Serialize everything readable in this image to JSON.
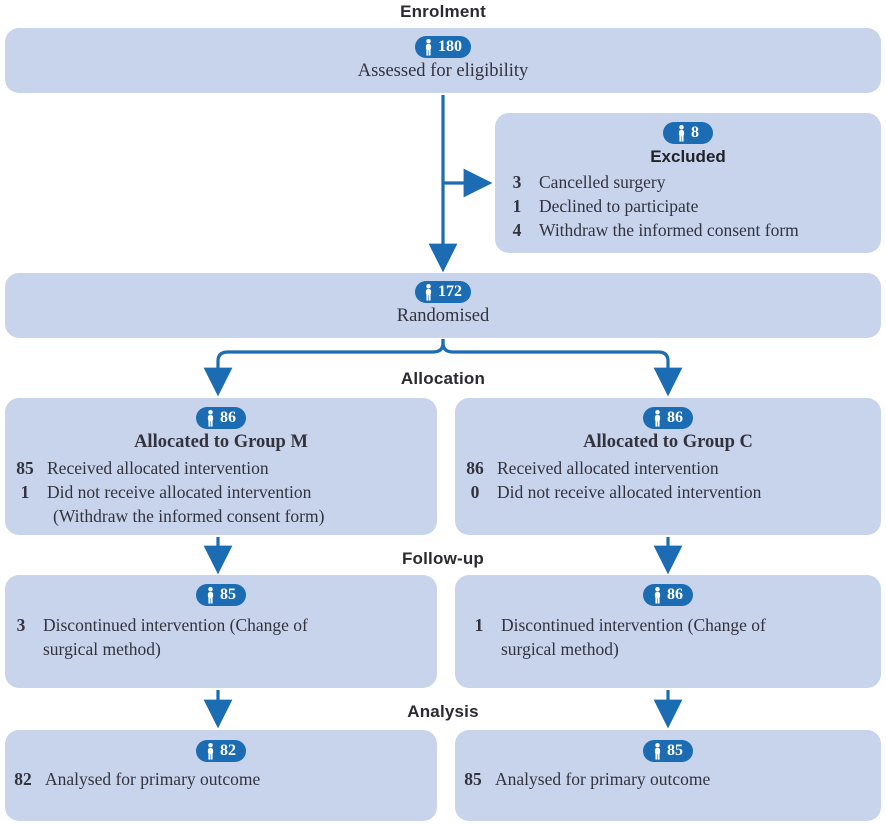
{
  "colors": {
    "box_bg": "#c8d3ec",
    "accent_blue": "#1b6cb2",
    "header_text": "#2a2a32",
    "body_text": "#33333d"
  },
  "section_labels": {
    "enrolment": "Enrolment",
    "allocation": "Allocation",
    "followup": "Follow-up",
    "analysis": "Analysis"
  },
  "boxes": {
    "eligibility": {
      "count": "180",
      "title": "Assessed for eligibility"
    },
    "excluded": {
      "count": "8",
      "title": "Excluded",
      "items": [
        {
          "n": "3",
          "text": "Cancelled surgery"
        },
        {
          "n": "1",
          "text": "Declined to participate"
        },
        {
          "n": "4",
          "text": "Withdraw the informed consent form"
        }
      ]
    },
    "randomised": {
      "count": "172",
      "title": "Randomised"
    },
    "group_m": {
      "count": "86",
      "title": "Allocated to Group M",
      "items": [
        {
          "n": "85",
          "text": "Received allocated intervention"
        },
        {
          "n": "1",
          "text": "Did not receive allocated intervention"
        }
      ],
      "note": "(Withdraw the informed consent form)"
    },
    "group_c": {
      "count": "86",
      "title": "Allocated to Group C",
      "items": [
        {
          "n": "86",
          "text": "Received allocated intervention"
        },
        {
          "n": "0",
          "text": "Did not receive allocated intervention"
        }
      ]
    },
    "followup_m": {
      "count": "85",
      "items": [
        {
          "n": "3",
          "text": "Discontinued intervention (Change of surgical method)"
        }
      ]
    },
    "followup_c": {
      "count": "86",
      "items": [
        {
          "n": "1",
          "text": "Discontinued intervention (Change of surgical method)"
        }
      ]
    },
    "analysis_m": {
      "count": "82",
      "items": [
        {
          "n": "82",
          "text": "Analysed for primary outcome"
        }
      ]
    },
    "analysis_c": {
      "count": "85",
      "items": [
        {
          "n": "85",
          "text": "Analysed for primary outcome"
        }
      ]
    }
  }
}
